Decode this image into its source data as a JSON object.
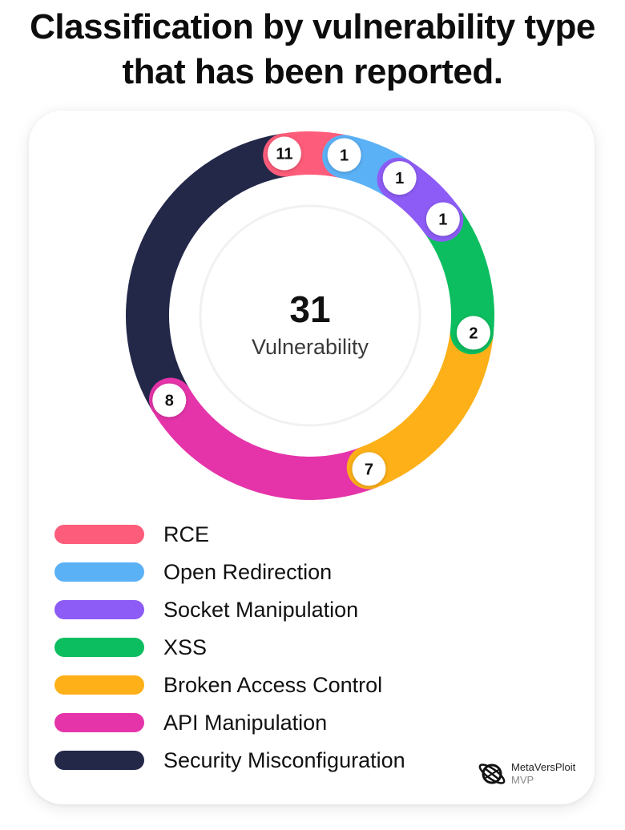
{
  "title_line1": "Classification by vulnerability type",
  "title_line2": "that has been reported.",
  "center": {
    "total": "31",
    "label": "Vulnerability"
  },
  "chart_data": {
    "type": "pie",
    "variant": "donut",
    "total": 31,
    "categories": [
      "RCE",
      "Open Redirection",
      "Socket Manipulation",
      "XSS",
      "Broken Access Control",
      "API Manipulation",
      "Security Misconfiguration"
    ],
    "values": [
      1,
      1,
      1,
      2,
      7,
      8,
      11
    ],
    "colors": [
      "#fd5c7a",
      "#5bb1f6",
      "#8d5cf6",
      "#0cbe5f",
      "#fdb017",
      "#e534a9",
      "#232849"
    ],
    "legend_position": "bottom"
  },
  "legend": [
    {
      "label": "RCE",
      "color": "#fd5c7a"
    },
    {
      "label": "Open Redirection",
      "color": "#5bb1f6"
    },
    {
      "label": "Socket Manipulation",
      "color": "#8d5cf6"
    },
    {
      "label": "XSS",
      "color": "#0cbe5f"
    },
    {
      "label": "Broken Access Control",
      "color": "#fdb017"
    },
    {
      "label": "API Manipulation",
      "color": "#e534a9"
    },
    {
      "label": "Security Misconfiguration",
      "color": "#232849"
    }
  ],
  "logo": {
    "name": "MetaVersPloit",
    "sub": "MVP",
    "icon": "planet-orbit-icon"
  }
}
